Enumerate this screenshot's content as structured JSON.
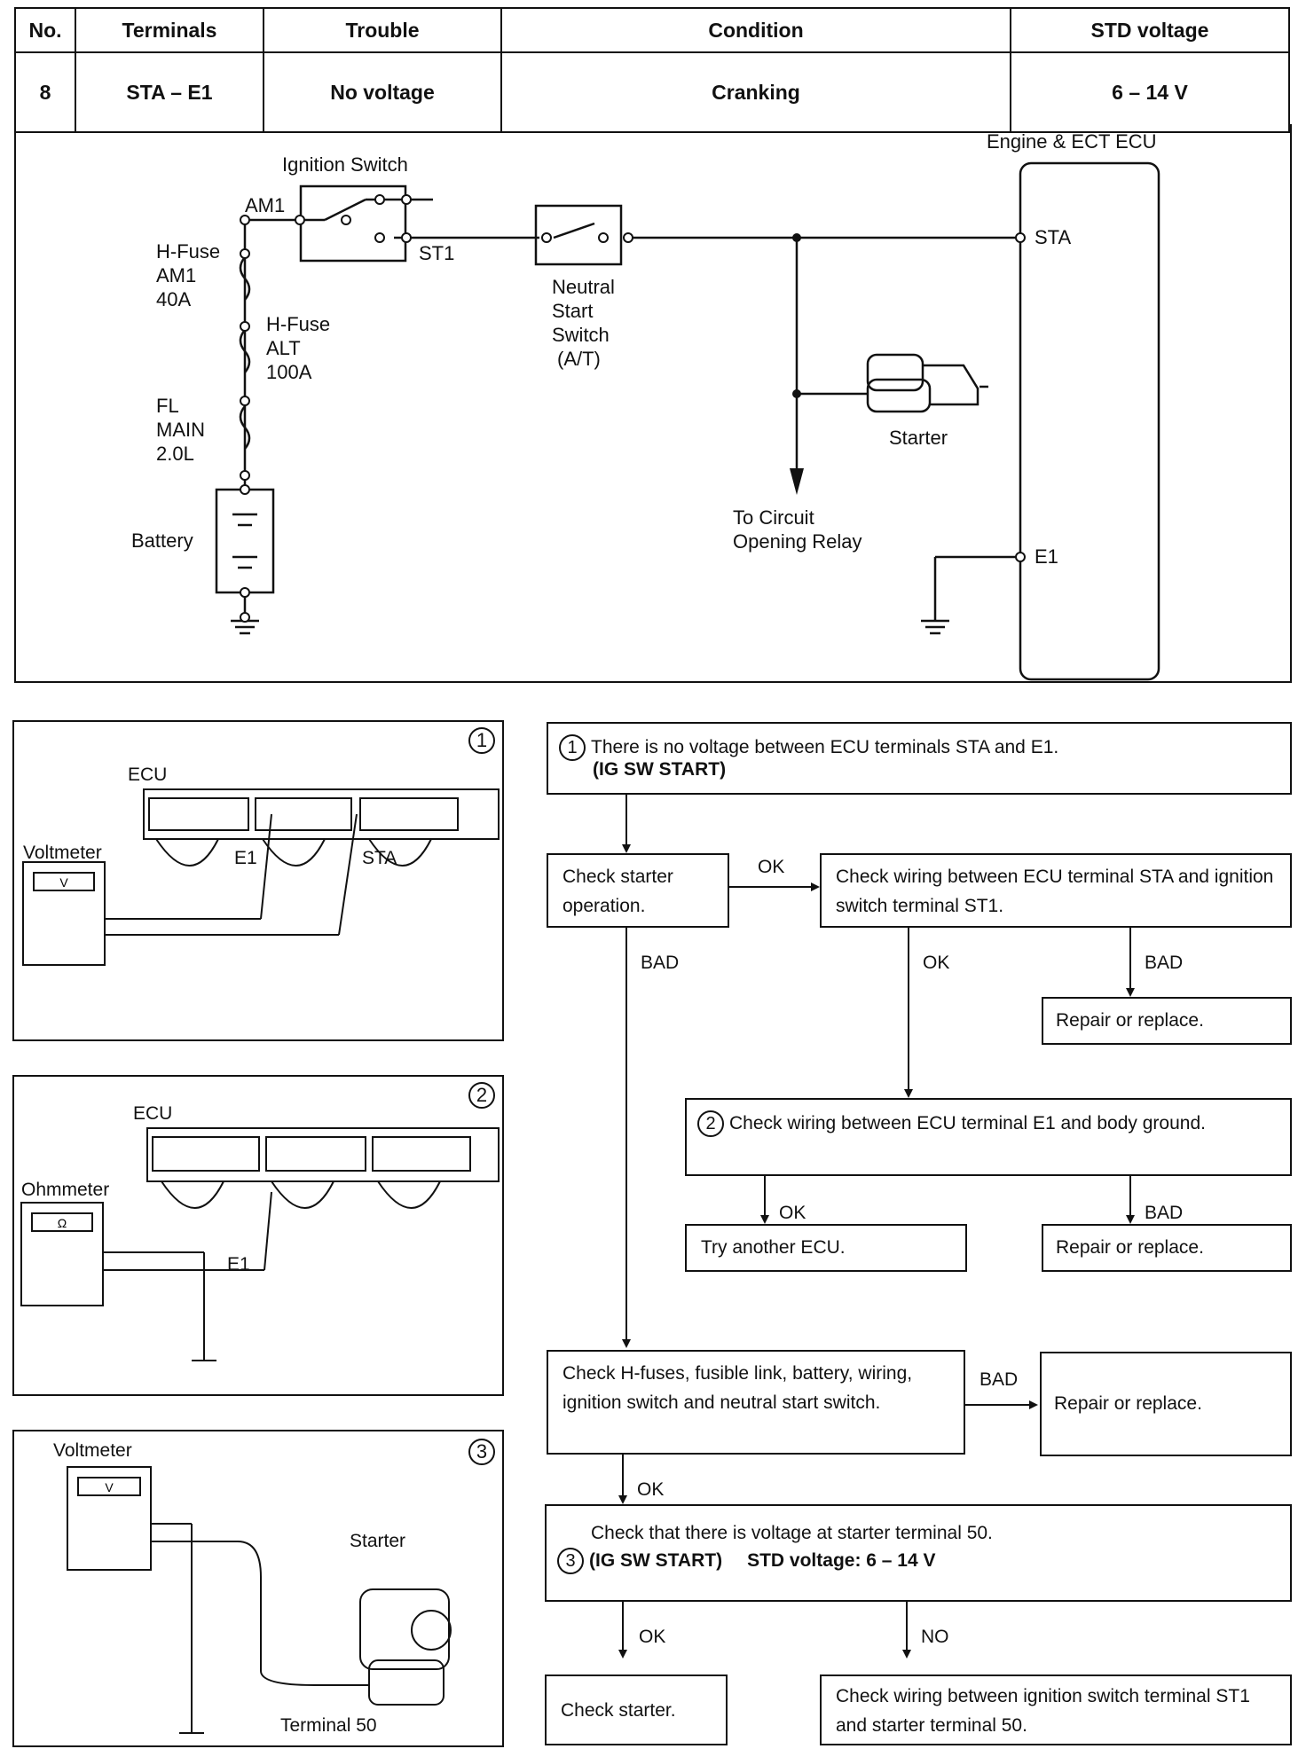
{
  "table": {
    "headers": [
      "No.",
      "Terminals",
      "Trouble",
      "Condition",
      "STD voltage"
    ],
    "row": [
      "8",
      "STA – E1",
      "No voltage",
      "Cranking",
      "6 – 14 V"
    ]
  },
  "diagram": {
    "ecu_title": "Engine & ECT ECU",
    "ignition_switch": "Ignition Switch",
    "am1": "AM1",
    "st1": "ST1",
    "hfuse_am1": [
      "H-Fuse",
      "AM1",
      "40A"
    ],
    "hfuse_alt": [
      "H-Fuse",
      "ALT",
      "100A"
    ],
    "fl_main": [
      "FL",
      "MAIN",
      "2.0L"
    ],
    "battery": "Battery",
    "neutral_start": [
      "Neutral",
      "Start",
      "Switch",
      "(A/T)"
    ],
    "starter": "Starter",
    "to_circuit": [
      "To Circuit",
      "Opening Relay"
    ],
    "sta": "STA",
    "e1": "E1"
  },
  "panels": [
    {
      "num": "1",
      "ecu": "ECU",
      "meter": "Voltmeter",
      "meter_symbol": "V",
      "probe_a": "E1",
      "probe_b": "STA"
    },
    {
      "num": "2",
      "ecu": "ECU",
      "meter": "Ohmmeter",
      "meter_symbol": "Ω",
      "probe_a": "E1"
    },
    {
      "num": "3",
      "meter": "Voltmeter",
      "meter_symbol": "V",
      "starter": "Starter",
      "terminal": "Terminal 50"
    }
  ],
  "flow": {
    "step1_num": "1",
    "step1_text": "There is no voltage between ECU terminals STA and E1.",
    "step1_bold": "(IG SW START)",
    "check_starter_op": "Check starter operation.",
    "ok1": "OK",
    "check_wiring_sta": "Check wiring between ECU terminal STA and ignition switch terminal ST1.",
    "bad1": "BAD",
    "ok2": "OK",
    "bad2": "BAD",
    "repair1": "Repair or replace.",
    "step2_num": "2",
    "step2_text": "Check wiring between ECU terminal E1 and body ground.",
    "ok3": "OK",
    "bad3": "BAD",
    "try_ecu": "Try another ECU.",
    "repair2": "Repair or replace.",
    "check_hfuses": "Check H-fuses, fusible link, battery, wiring, ignition switch and neutral start switch.",
    "bad4": "BAD",
    "repair3": "Repair or replace.",
    "ok4": "OK",
    "step3_num": "3",
    "step3_text": "Check that there is voltage at starter terminal 50.",
    "step3_bold1": "(IG SW START)",
    "step3_bold2": "STD voltage:  6 – 14 V",
    "ok5": "OK",
    "no1": "NO",
    "check_starter": "Check starter.",
    "check_wiring_st1": "Check wiring between ignition switch terminal ST1 and starter terminal 50."
  }
}
